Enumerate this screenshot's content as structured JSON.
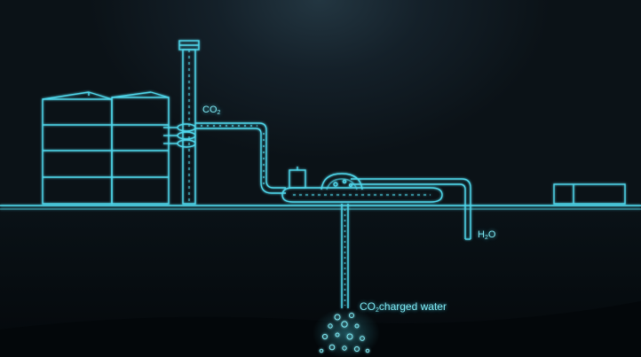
{
  "labels": {
    "co2_prefix": "CO",
    "co2_sub": "2",
    "h2o_h": "H",
    "h2o_sub": "2",
    "h2o_o": "O",
    "charged_prefix": "CO",
    "charged_sub": "2",
    "charged_suffix": "charged water"
  },
  "colors": {
    "line": "#4fd6ea",
    "glow": "#7ee8f2",
    "background": "#0b1217",
    "underground": "#060b0f"
  }
}
